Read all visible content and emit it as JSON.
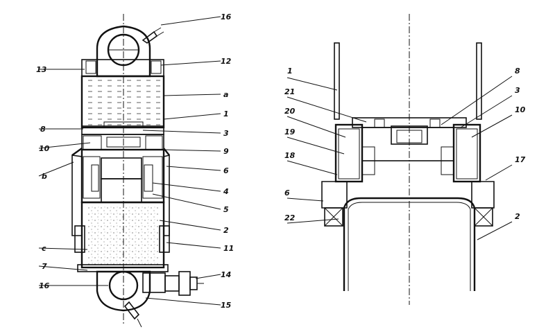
{
  "left_view": {
    "labels": {
      "l16_top": "16",
      "l12": "12",
      "l13": "13",
      "la": "a",
      "l1": "1",
      "l8": "8",
      "l3": "3",
      "l10": "10",
      "l9": "9",
      "lb": "b",
      "l6": "6",
      "l4": "4",
      "l5": "5",
      "l2": "2",
      "lc": "c",
      "l11": "11",
      "l7": "7",
      "l14": "14",
      "l16_bot": "16",
      "l15": "15"
    }
  },
  "right_view": {
    "labels": {
      "r1": "1",
      "r8": "8",
      "r21": "21",
      "r3": "3",
      "r20": "20",
      "r10": "10",
      "r19": "19",
      "r18": "18",
      "r17": "17",
      "r6": "6",
      "r2": "2",
      "r22": "22"
    }
  }
}
